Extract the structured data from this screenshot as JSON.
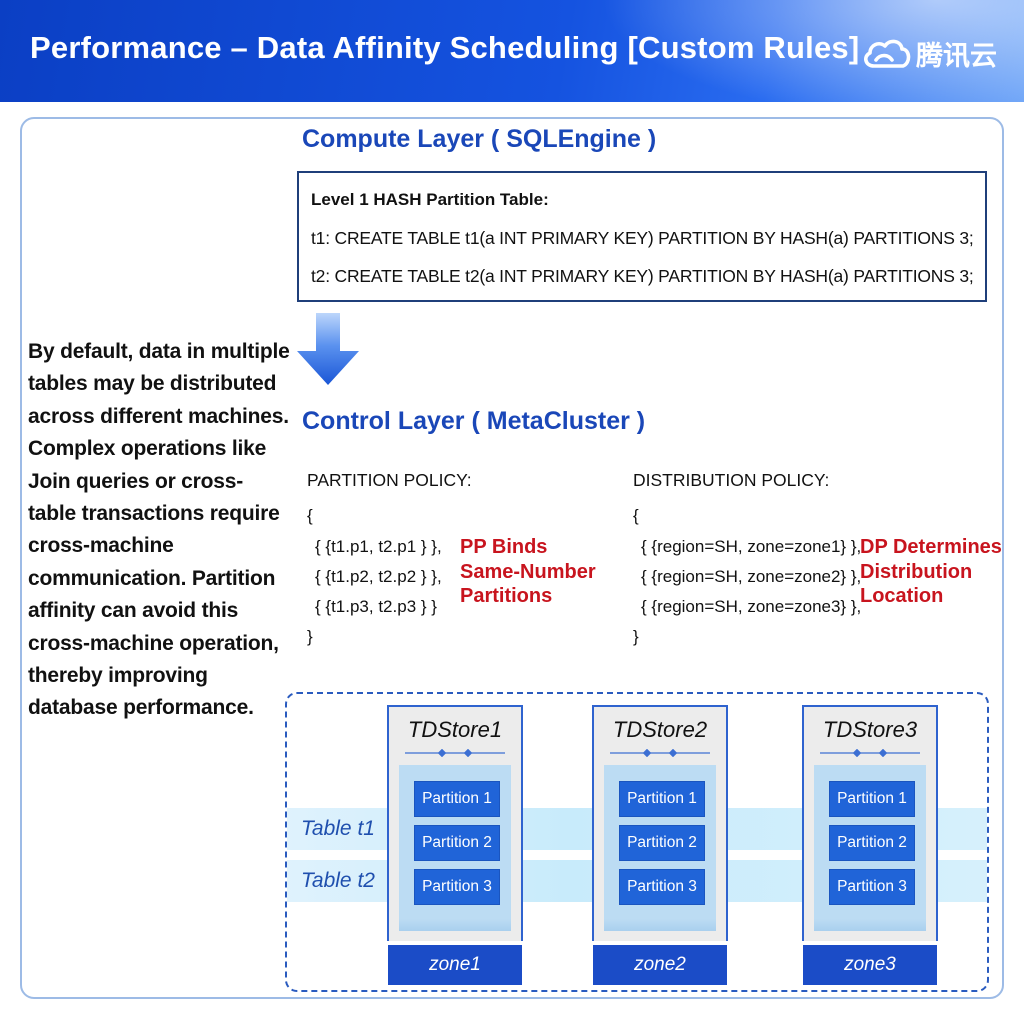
{
  "header": {
    "title": "Performance – Data Affinity Scheduling  [Custom Rules]",
    "logo_text": "腾讯云",
    "logo_icon": "cloud-icon"
  },
  "left_note": "By default, data in multiple tables may be distributed across different machines. Complex operations like Join queries or cross-table transactions require cross-machine communication. Partition affinity can avoid this cross-machine operation, thereby improving database performance.",
  "compute_layer": {
    "title": "Compute Layer ( SQLEngine )",
    "heading": "Level 1 HASH Partition Table:",
    "lines": [
      "t1: CREATE TABLE t1(a INT PRIMARY KEY) PARTITION BY HASH(a) PARTITIONS 3;",
      "t2: CREATE TABLE t2(a INT PRIMARY KEY) PARTITION BY HASH(a) PARTITIONS 3;"
    ]
  },
  "arrow_icon": "down-arrow-icon",
  "control_layer": {
    "title": "Control Layer ( MetaCluster )",
    "partition_policy": {
      "label": "PARTITION POLICY:",
      "open": "{",
      "lines": [
        "{ {t1.p1, t2.p1 } },",
        "{ {t1.p2, t2.p2 } },",
        "{ {t1.p3, t2.p3 } }"
      ],
      "close": "}",
      "note": [
        "PP Binds",
        "Same-Number",
        "Partitions"
      ]
    },
    "distribution_policy": {
      "label": "DISTRIBUTION POLICY:",
      "open": "{",
      "lines": [
        "{ {region=SH, zone=zone1} },",
        "{ {region=SH, zone=zone2} },",
        "{ {region=SH, zone=zone3} },"
      ],
      "close": "}",
      "note": [
        "DP Determines",
        "Distribution",
        "Location"
      ]
    }
  },
  "storage": {
    "table_labels": [
      "Table t1",
      "Table t2"
    ],
    "nodes": [
      {
        "name": "TDStore1",
        "partitions": [
          "Partition 1",
          "Partition 2",
          "Partition 3"
        ],
        "zone": "zone1"
      },
      {
        "name": "TDStore2",
        "partitions": [
          "Partition 1",
          "Partition 2",
          "Partition 3"
        ],
        "zone": "zone2"
      },
      {
        "name": "TDStore3",
        "partitions": [
          "Partition 1",
          "Partition 2",
          "Partition 3"
        ],
        "zone": "zone3"
      }
    ]
  },
  "colors": {
    "header_blue": "#1553e0",
    "title_blue": "#1a47b8",
    "note_red": "#c8141e",
    "partition_blue": "#2064d8",
    "zone_blue": "#1b4cc7",
    "band_cyan": "#c8ebfb"
  }
}
